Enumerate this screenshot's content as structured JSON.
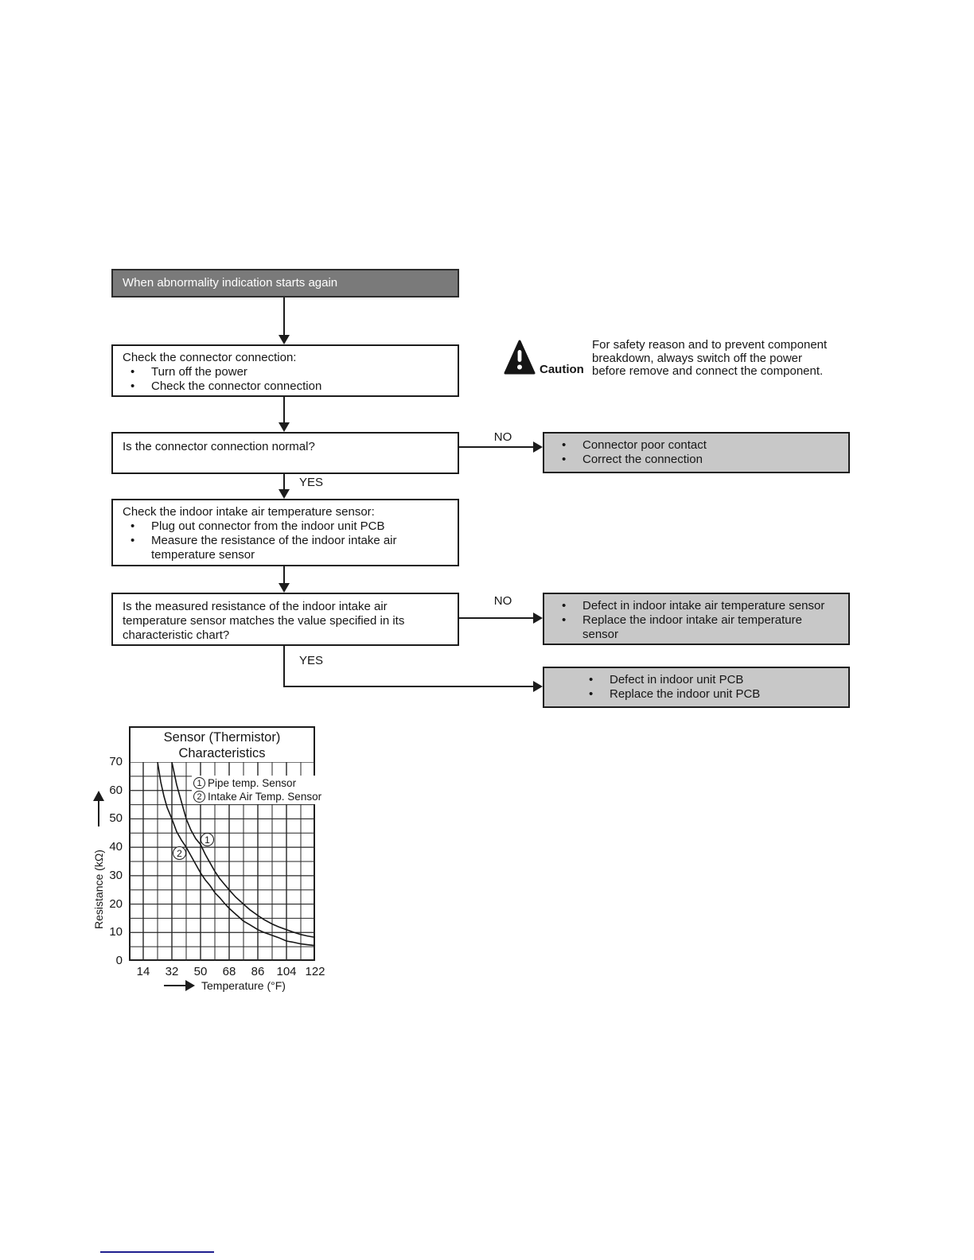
{
  "flowchart": {
    "start": {
      "label": "When abnormality indication starts again"
    },
    "step_check_connector": {
      "title": "Check the connector connection:",
      "bullets": [
        "Turn off the power",
        "Check the connector connection"
      ]
    },
    "decision_connector": {
      "question": "Is the connector connection normal?",
      "no_label": "NO",
      "yes_label": "YES"
    },
    "result_connector": {
      "bullets": [
        "Connector poor contact",
        "Correct the connection"
      ]
    },
    "step_check_sensor": {
      "title": "Check the indoor intake air temperature sensor:",
      "bullets": [
        "Plug out connector from the indoor unit PCB",
        "Measure the resistance of the indoor intake air temperature sensor"
      ]
    },
    "decision_resistance": {
      "question": "Is the measured resistance of the indoor intake air temperature sensor matches the value specified in its characteristic chart?",
      "no_label": "NO",
      "yes_label": "YES"
    },
    "result_sensor": {
      "bullets": [
        "Defect in indoor intake air temperature sensor",
        "Replace the indoor intake air temperature sensor"
      ]
    },
    "result_pcb": {
      "bullets": [
        "Defect in indoor unit PCB",
        "Replace the indoor unit PCB"
      ]
    }
  },
  "caution": {
    "label": "Caution",
    "lines": [
      "For safety reason and to prevent component",
      "breakdown, always switch off the power",
      "before remove and connect the component."
    ]
  },
  "chart_data": {
    "type": "line",
    "title": "Sensor (Thermistor) Characteristics",
    "xlabel": "Temperature (°F)",
    "ylabel": "Resistance (kΩ)",
    "x_ticks": [
      14,
      32,
      50,
      68,
      86,
      104,
      122
    ],
    "y_ticks": [
      0,
      10,
      20,
      30,
      40,
      50,
      60,
      70
    ],
    "xlim": [
      5,
      122
    ],
    "ylim": [
      0,
      70
    ],
    "grid": {
      "on": true,
      "x_minor_step": 9,
      "y_minor_step": 5
    },
    "legend_position": "top-inside",
    "legend": [
      {
        "marker": "1",
        "label": "Pipe temp. Sensor"
      },
      {
        "marker": "2",
        "label": "Intake Air Temp. Sensor"
      }
    ],
    "series": [
      {
        "name": "Pipe temp. Sensor",
        "marker": "1",
        "points": [
          [
            32,
            70
          ],
          [
            35,
            62
          ],
          [
            38,
            56
          ],
          [
            41,
            50
          ],
          [
            44,
            46
          ],
          [
            47,
            43
          ],
          [
            50,
            41
          ],
          [
            53,
            37.5
          ],
          [
            56,
            34.5
          ],
          [
            59,
            31.5
          ],
          [
            62,
            29
          ],
          [
            65,
            27
          ],
          [
            68,
            25
          ],
          [
            72,
            22.5
          ],
          [
            77,
            20
          ],
          [
            81,
            18
          ],
          [
            86,
            16
          ],
          [
            90,
            14.5
          ],
          [
            95,
            13
          ],
          [
            99,
            12
          ],
          [
            104,
            11
          ],
          [
            108,
            10.2
          ],
          [
            113,
            9.3
          ],
          [
            117,
            8.8
          ],
          [
            122,
            8.3
          ]
        ]
      },
      {
        "name": "Intake Air Temp. Sensor",
        "marker": "2",
        "points": [
          [
            23,
            70
          ],
          [
            25,
            63
          ],
          [
            27,
            58
          ],
          [
            29,
            54
          ],
          [
            32,
            50
          ],
          [
            35,
            45.5
          ],
          [
            38,
            42.5
          ],
          [
            41,
            40
          ],
          [
            44,
            37
          ],
          [
            47,
            34
          ],
          [
            50,
            31
          ],
          [
            53,
            28.5
          ],
          [
            56,
            26.5
          ],
          [
            59,
            24
          ],
          [
            62,
            22.3
          ],
          [
            65,
            20.3
          ],
          [
            68,
            18.5
          ],
          [
            72,
            16.5
          ],
          [
            77,
            14
          ],
          [
            81,
            12.7
          ],
          [
            86,
            11
          ],
          [
            90,
            10
          ],
          [
            95,
            9
          ],
          [
            99,
            8.2
          ],
          [
            104,
            7
          ],
          [
            108,
            6.6
          ],
          [
            113,
            6
          ],
          [
            117,
            5.7
          ],
          [
            122,
            5.4
          ]
        ]
      }
    ]
  },
  "colors": {
    "header_fill": "#7a7a7a",
    "result_fill": "#c8c8c8",
    "line_color": "#1c1c1c",
    "footer_rule": "#1f1f8f"
  }
}
